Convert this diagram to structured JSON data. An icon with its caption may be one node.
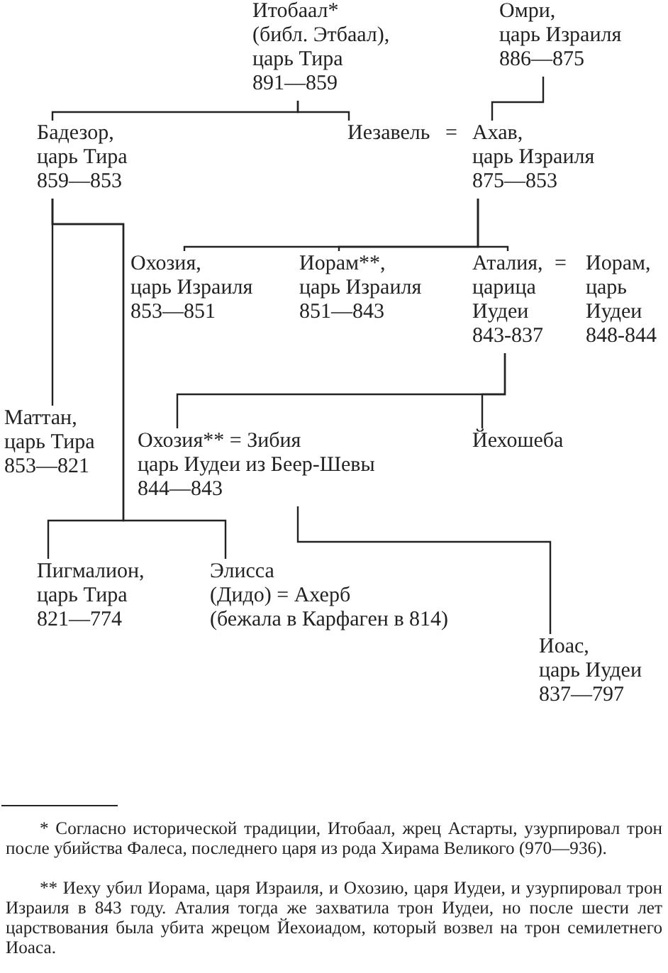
{
  "diagram": {
    "nodes": [
      {
        "text": [
          "Итобаал* (библ. Этбаал), царь Тира 891—859"
        ]
      },
      {
        "text": [
          "Омри, царь Израиля 886—875"
        ]
      },
      {
        "text": [
          "Бадезор, царь Тира 859—853"
        ]
      },
      {
        "text": [
          "Иезавель"
        ]
      },
      {
        "text": [
          "Ахав, царь Израиля 875—853"
        ]
      },
      {
        "text": [
          "Охозия, царь Израиля 853—851"
        ]
      },
      {
        "text": [
          "Иорам**, царь Израиля 851—843"
        ]
      },
      {
        "text": [
          "Аталия, царица Иудеи 843-837"
        ]
      },
      {
        "text": [
          "Иорам, царь Иудеи 848-844"
        ]
      },
      {
        "text": [
          "Маттан, царь Тира 853—821"
        ]
      },
      {
        "text": [
          "Охозия** = Зибия царь Иудеи из Беер-Шевы 844—843"
        ]
      },
      {
        "text": [
          "Йехошеба"
        ]
      },
      {
        "text": [
          "Пигмалион, царь Тира 821—774"
        ]
      },
      {
        "text": [
          "Элисса (Дидо) = Ахерб (бежала в Карфаген в 814)"
        ]
      },
      {
        "text": [
          "Иоас, царь Иудеи 837—797"
        ]
      }
    ],
    "edges": [
      {
        "from": 0,
        "to": 2,
        "arrow": "none"
      },
      {
        "from": 0,
        "to": 3,
        "arrow": "none"
      },
      {
        "from": 1,
        "to": 4,
        "arrow": "none"
      },
      {
        "from": 4,
        "to": 5,
        "arrow": "none"
      },
      {
        "from": 4,
        "to": 6,
        "arrow": "none"
      },
      {
        "from": 4,
        "to": 7,
        "arrow": "none"
      },
      {
        "from": 2,
        "to": 9,
        "arrow": "none"
      },
      {
        "from": 2,
        "to": 12,
        "arrow": "none"
      },
      {
        "from": 2,
        "to": 13,
        "arrow": "none"
      },
      {
        "from": 7,
        "to": 10,
        "arrow": "none"
      },
      {
        "from": 7,
        "to": 11,
        "arrow": "none"
      },
      {
        "from": 10,
        "to": 14,
        "arrow": "none"
      }
    ],
    "labels": [
      "=",
      "=",
      "* Согласно исторической традиции, Итобаал, жрец Астарты, узурпировал трон после убийства Фалеса, последнего царя из рода Хирама Великого (970—936).",
      "** Иеху убил Иорама, царя Израиля, и Охозию, царя Иудеи, и узурпировал трон Израиля в 843 году. Аталия тогда же захватила трон Иудеи, но после шести лет царствования была убита жрецом Йехоиадом, который возвел на трон семилетнего Иоаса."
    ]
  }
}
